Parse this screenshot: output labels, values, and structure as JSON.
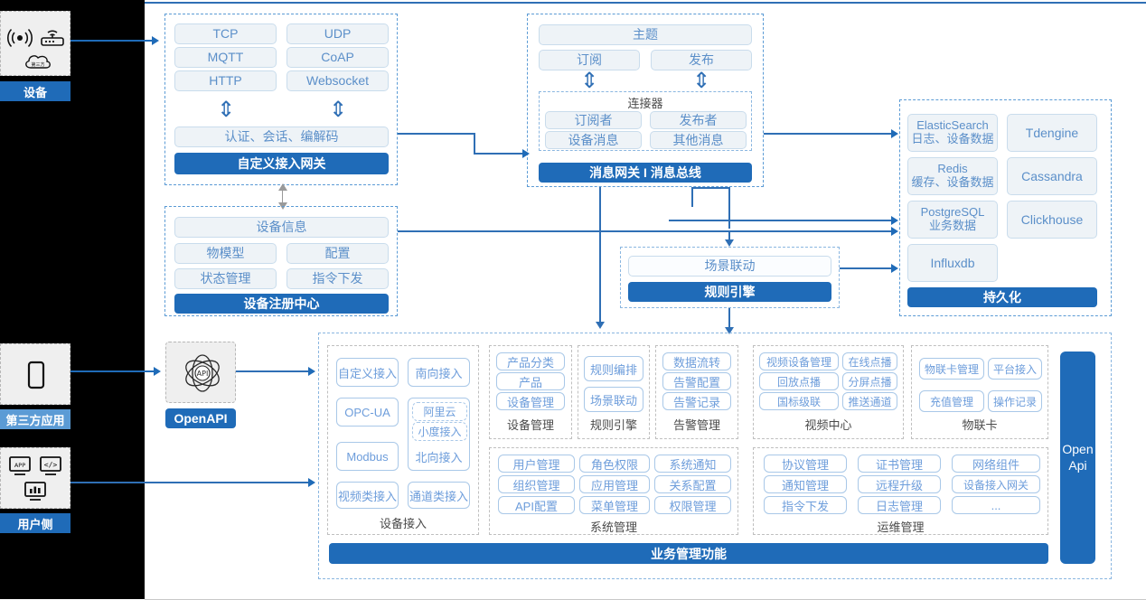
{
  "left_rail": {
    "device": {
      "label": "设备",
      "icons": [
        "signal-icon",
        "router-icon",
        "cloud-icon"
      ]
    },
    "third_party": {
      "label": "第三方应用",
      "icons": [
        "mobile-phone-icon"
      ]
    },
    "user_side": {
      "label": "用户侧",
      "icons": [
        "app-monitor-icon",
        "code-monitor-icon",
        "chart-monitor-icon"
      ]
    }
  },
  "gateway": {
    "protocols": [
      "TCP",
      "UDP",
      "MQTT",
      "CoAP",
      "HTTP",
      "Websocket"
    ],
    "middle": "认证、会话、编解码",
    "title": "自定义接入网关"
  },
  "message_bus": {
    "topic": "主题",
    "subscribe": "订阅",
    "publish": "发布",
    "connector_title": "连接器",
    "connector_items": [
      "订阅者",
      "发布者",
      "设备消息",
      "其他消息"
    ],
    "title": "消息网关 I 消息总线"
  },
  "registry": {
    "info": "设备信息",
    "items": [
      "物模型",
      "配置",
      "状态管理",
      "指令下发"
    ],
    "title": "设备注册中心"
  },
  "rule_engine": {
    "scene": "场景联动",
    "title": "规则引擎"
  },
  "persistence": {
    "items": [
      {
        "name": "ElasticSearch",
        "sub": "日志、设备数据"
      },
      {
        "name": "Tdengine",
        "sub": ""
      },
      {
        "name": "Redis",
        "sub": "缓存、设备数据"
      },
      {
        "name": "Cassandra",
        "sub": ""
      },
      {
        "name": "PostgreSQL",
        "sub": "业务数据"
      },
      {
        "name": "Clickhouse",
        "sub": ""
      },
      {
        "name": "Influxdb",
        "sub": ""
      }
    ],
    "title": "持久化"
  },
  "openapi": {
    "label": "OpenAPI",
    "icon": "api-atom-icon"
  },
  "openapi_side": {
    "line1": "Open",
    "line2": "Api"
  },
  "business": {
    "footer_title": "业务管理功能",
    "device_access": {
      "caption": "设备接入",
      "items": [
        "自定义接入",
        "南向接入",
        "OPC-UA",
        "Modbus",
        "视频类接入",
        "通道类接入"
      ],
      "nested": {
        "items": [
          "阿里云",
          "小度接入"
        ],
        "label": "北向接入"
      }
    },
    "modules_row1": [
      {
        "caption": "设备管理",
        "items": [
          "产品分类",
          "产品",
          "设备管理"
        ]
      },
      {
        "caption": "规则引擎",
        "items": [
          "规则编排",
          "场景联动"
        ]
      },
      {
        "caption": "告警管理",
        "items": [
          "数据流转",
          "告警配置",
          "告警记录"
        ]
      },
      {
        "caption": "视频中心",
        "items": [
          "视频设备管理",
          "在线点播",
          "回放点播",
          "分屏点播",
          "国标级联",
          "推送通道"
        ]
      },
      {
        "caption": "物联卡",
        "items": [
          "物联卡管理",
          "平台接入",
          "充值管理",
          "操作记录"
        ]
      }
    ],
    "modules_row2": [
      {
        "caption": "系统管理",
        "items": [
          "用户管理",
          "角色权限",
          "系统通知",
          "组织管理",
          "应用管理",
          "关系配置",
          "API配置",
          "菜单管理",
          "权限管理"
        ]
      },
      {
        "caption": "运维管理",
        "items": [
          "协议管理",
          "证书管理",
          "网络组件",
          "通知管理",
          "远程升级",
          "设备接入网关",
          "指令下发",
          "日志管理",
          "..."
        ]
      }
    ]
  },
  "colors": {
    "primary": "#1f6bb8",
    "line": "#2f6fb5",
    "pill_bg": "#eef3f7",
    "pill_text": "#5b8fc9",
    "dashed": "#5b9bd5"
  }
}
